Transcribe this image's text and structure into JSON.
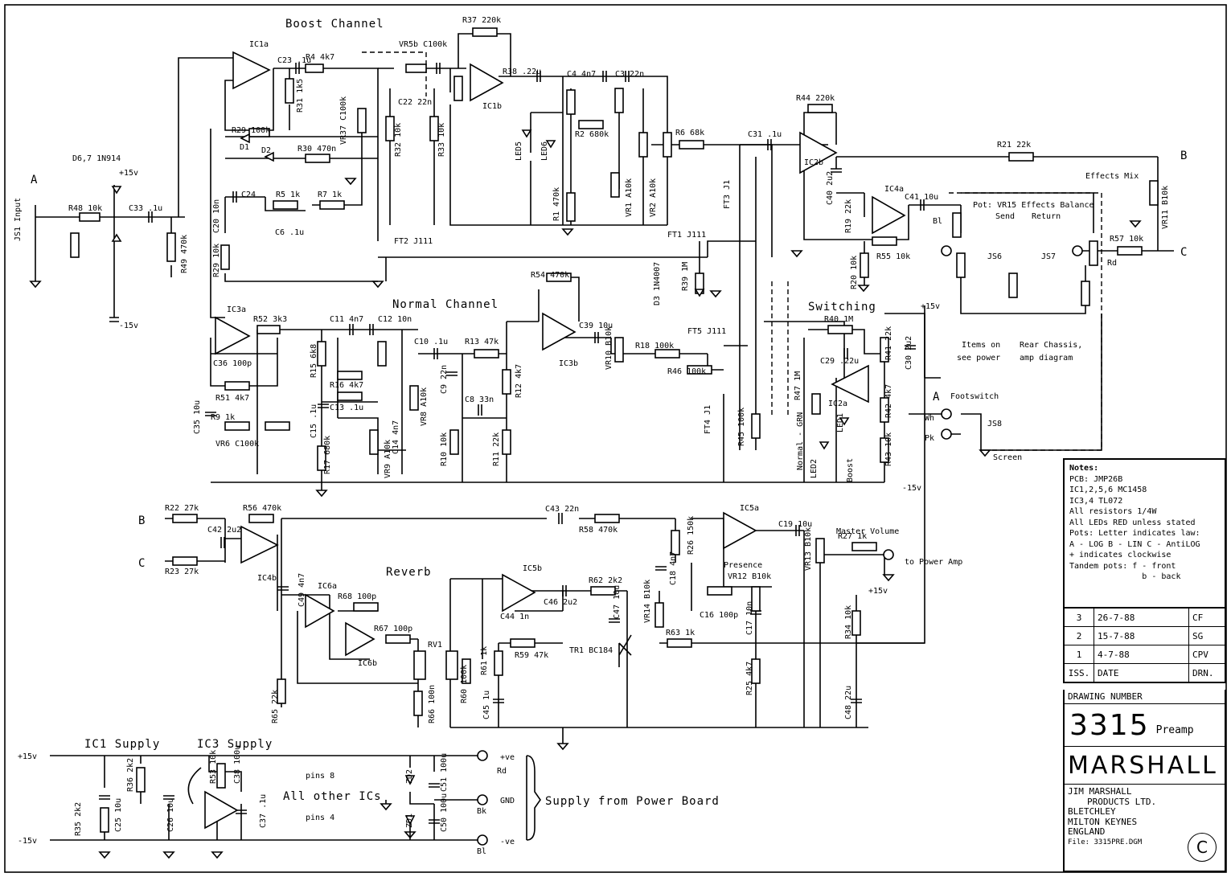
{
  "titles": {
    "boost": "Boost Channel",
    "normal": "Normal Channel",
    "reverb": "Reverb",
    "switching": "Switching",
    "ic1_supply": "IC1 Supply",
    "ic3_supply": "IC3 Supply"
  },
  "labels": {
    "pcb": "PCB: JMP26B",
    "input": "JS1 Input",
    "effects_mix": "Effects Mix",
    "pot_note": "Pot: VR15 Effects Balance",
    "send": "Send",
    "return": "Return",
    "items_note1": "Items on",
    "items_note2": "see power",
    "chassis1": "Rear Chassis,",
    "chassis2": "amp diagram",
    "footswitch": "Footswitch",
    "screen": "Screen",
    "master_volume": "Master Volume",
    "to_power_amp": "to Power Amp",
    "presence": "Presence",
    "supply_from": "Supply from Power Board",
    "pins8": "pins 8",
    "pins4": "pins 4",
    "all_other_ics": "All other ICs",
    "pve": "+ve",
    "gnd": "GND",
    "nve": "-ve"
  },
  "nodes": {
    "A": "A",
    "B": "B",
    "C": "C",
    "Rd": "Rd",
    "Bk": "Bk",
    "Bl": "Bl",
    "Wh": "Wh",
    "Pk": "Pk",
    "p15": "+15v",
    "m15": "-15v"
  },
  "components": {
    "ic1a": "IC1a",
    "ic1b": "IC1b",
    "ic2a": "IC2a",
    "ic2b": "IC2b",
    "ic3a": "IC3a",
    "ic3b": "IC3b",
    "ic4a": "IC4a",
    "ic4b": "IC4b",
    "ic5a": "IC5a",
    "ic5b": "IC5b",
    "ic6a": "IC6a",
    "ic6b": "IC6b",
    "r37": "R37 220k",
    "r4": "R4 4k7",
    "c23": "C23 .1u",
    "r38": "R38 .22u",
    "c4": "C4 4n7",
    "c3": "C3 22n",
    "r2": "R2 680k",
    "r6": "R6 68k",
    "r44": "R44 220k",
    "c31": "C31 .1u",
    "r21": "R21 22k",
    "r31": "R31 1k5",
    "r29": "R29 100k",
    "r30": "R30 470n",
    "d1": "D1",
    "d2": "D2",
    "d67": "D6,7 1N914",
    "r48": "R48 10k",
    "c33": "C33 .1u",
    "r49": "R49 470k",
    "c24": "C24",
    "r5": "R5 1k",
    "r7": "R7 1k",
    "c6": "C6 .1u",
    "c20": "C20 10n",
    "r29b": "R29 10k",
    "r32": "R32 10k",
    "r33": "R33 10k",
    "c22": "C22 22n",
    "led5": "LED5",
    "led6": "LED6",
    "r1": "R1 470k",
    "vr1": "VR1 A10k",
    "vr2": "VR2 A10k",
    "vr5b": "VR5b C100k",
    "vr37": "VR37 C100k",
    "ft1": "FT1 J111",
    "ft2": "FT2 J111",
    "ft3": "FT3 J1",
    "ft4": "FT4 J1",
    "ft5": "FT5 J111",
    "r20": "R20 10k",
    "r55": "R55 10k",
    "r19": "R19 22k",
    "c40": "C40 2u2",
    "c41": "C41 10u",
    "vr11": "VR11 B10k",
    "r57": "R57 10k",
    "js6": "JS6",
    "js7": "JS7",
    "js8": "JS8",
    "r52": "R52 3k3",
    "c11": "C11 4n7",
    "c12": "C12 10n",
    "c10": "C10 .1u",
    "r13": "R13 47k",
    "r54": "R54 470k",
    "c39": "C39 10u",
    "r18": "R18 100k",
    "r46": "R46 100k",
    "r40": "R40 1M",
    "r41": "R41 22k",
    "c30": "C30 2u2",
    "r42": "R42 4k7",
    "r43": "R43 10k",
    "r15": "R15 6k8",
    "r16": "R16 4k7",
    "c15": "C15 .1u",
    "c13": "C13 .1u",
    "c14": "C14 4n7",
    "r17": "R17 680k",
    "vr8": "VR8 A10k",
    "vr9": "VR9 A10k",
    "vr6": "VR6 C100k",
    "r51": "R51 4k7",
    "r9": "R9 1k",
    "c35": "C35 10u",
    "c36": "C36 100p",
    "c9": "C9 22n",
    "c8": "C8 33n",
    "r10": "R10 10k",
    "r11": "R11 22k",
    "r12": "R12 4k7",
    "vr10": "VR10 B10k",
    "r45": "R45 100k",
    "r47": "R47 1M",
    "d3": "D3 1N4007",
    "r39": "R39 1M",
    "led1": "LED1",
    "led2": "LED2",
    "normal_grn": "Normal - GRN",
    "boost": "Boost",
    "c29": "C29 .22u",
    "r22": "R22 27k",
    "r23": "R23 27k",
    "r56": "R56 470k",
    "c42": "C42 2u2",
    "c43": "C43 22n",
    "r58": "R58 470k",
    "r26": "R26 150k",
    "c18": "C18 4n7",
    "c19": "C19 10u",
    "vr13": "VR13 B10k",
    "r27": "R27 1k",
    "vr12": "VR12 B10k",
    "c16": "C16 100p",
    "c17": "C17 10n",
    "r25": "R25 4k7",
    "r34": "R34 10k",
    "c48": "C48 22u",
    "r68": "R68 100p",
    "r67": "R67 100p",
    "rv1": "RV1",
    "r62": "R62 2k2",
    "c46": "C46 2u2",
    "c44": "C44 1n",
    "r59": "R59 47k",
    "r61": "R61 1k",
    "r60": "R60 100k",
    "c45": "C45 1u",
    "r66": "R66 100n",
    "r65": "R65 22k",
    "c49": "C49 4n7",
    "r63": "R63 1k",
    "tr1": "TR1 BC184",
    "c47": "C47 10u",
    "vr14": "VR14 B10k",
    "r35": "R35 2k2",
    "r36": "R36 2k2",
    "c25": "C25 10u",
    "c26": "C26 10u",
    "r53": "R53 10k",
    "c37": "C37 .1u",
    "c38": "C38 100u",
    "zd2": "ZD2",
    "zd1": "ZD1",
    "c51": "C51 100u",
    "c50": "C50 100u"
  },
  "notes": {
    "heading": "Notes:",
    "lines": [
      "PCB: JMP26B",
      "IC1,2,5,6 MC1458",
      "IC3,4 TL072",
      "All resistors 1/4W",
      "All LEDs RED unless stated",
      "Pots: Letter indicates law:",
      "A - LOG B - LIN C - AntiLOG",
      "+ indicates clockwise",
      "Tandem pots: f - front",
      "               b - back"
    ]
  },
  "revisions": [
    {
      "iss": "3",
      "date": "26-7-88",
      "drn": "CF"
    },
    {
      "iss": "2",
      "date": "15-7-88",
      "drn": "SG"
    },
    {
      "iss": "1",
      "date": "4-7-88",
      "drn": "CPV"
    }
  ],
  "revision_headers": {
    "iss": "ISS.",
    "date": "DATE",
    "drn": "DRN."
  },
  "drawing": {
    "label": "DRAWING NUMBER",
    "number": "3315",
    "suffix": "Preamp",
    "brand": "MARSHALL",
    "company1": "JIM MARSHALL",
    "company2": "PRODUCTS LTD.",
    "addr1": "BLETCHLEY",
    "addr2": "MILTON KEYNES",
    "addr3": "ENGLAND",
    "file": "File: 3315PRE.DGM",
    "copyright": "C"
  }
}
